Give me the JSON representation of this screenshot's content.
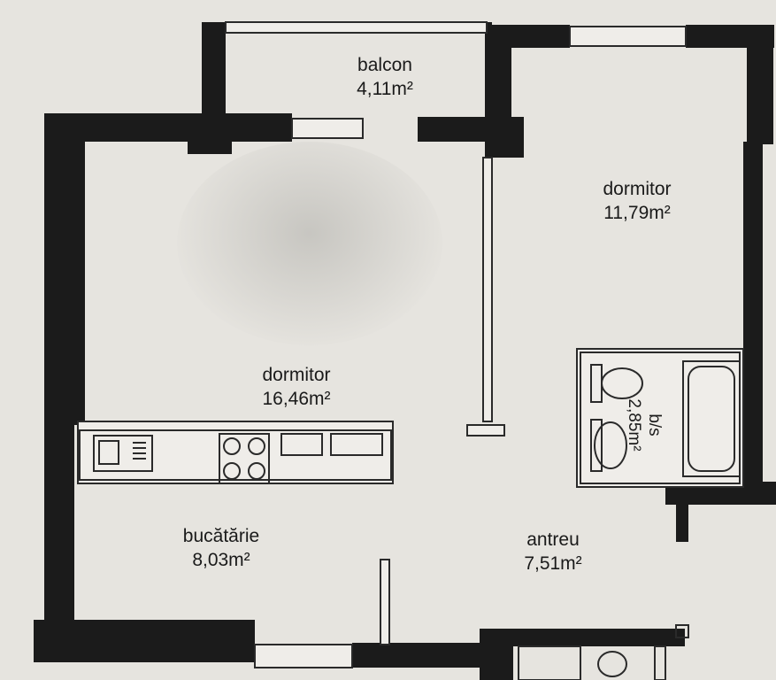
{
  "rooms": {
    "balcon": {
      "name": "balcon",
      "area": "4,11m²"
    },
    "dormitor_right": {
      "name": "dormitor",
      "area": "11,79m²"
    },
    "dormitor_main": {
      "name": "dormitor",
      "area": "16,46m²"
    },
    "bucatarie": {
      "name": "bucătărie",
      "area": "8,03m²"
    },
    "antreu": {
      "name": "antreu",
      "area": "7,51m²"
    },
    "baie": {
      "name": "b/s",
      "area": "2,85m²"
    }
  },
  "colors": {
    "wall": "#1b1b1b",
    "paper": "#e6e4df",
    "line": "#2a2a2a"
  }
}
